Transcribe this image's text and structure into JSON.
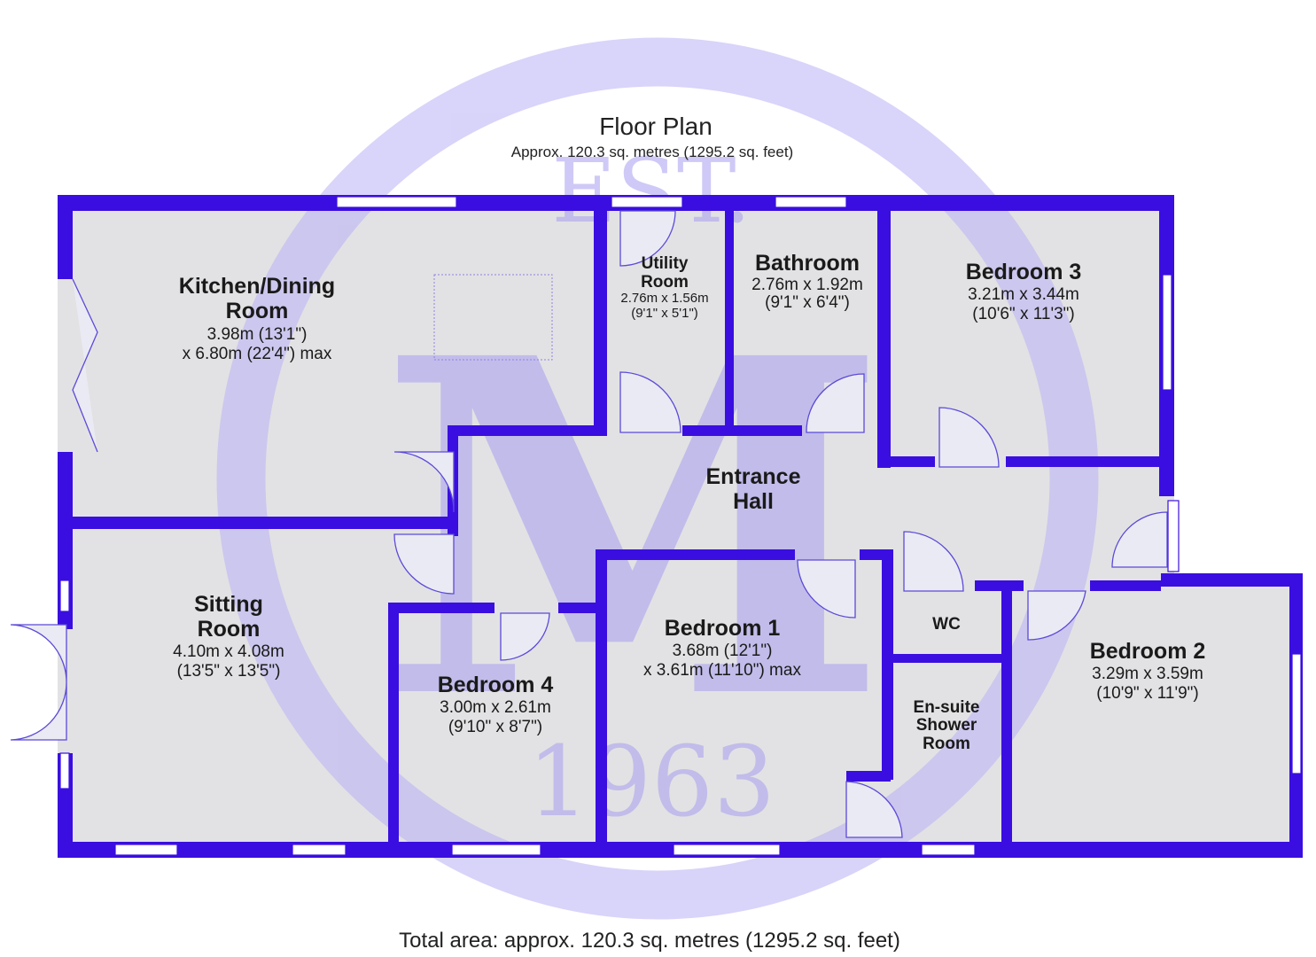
{
  "header": {
    "title": "Floor Plan",
    "subtitle": "Approx. 120.3 sq. metres (1295.2 sq. feet)"
  },
  "footer": {
    "total": "Total area: approx. 120.3 sq. metres (1295.2 sq. feet)"
  },
  "watermark": {
    "top": "EST.",
    "letter": "M",
    "year": "1963"
  },
  "rooms": {
    "kitchen": {
      "name1": "Kitchen/Dining",
      "name2": "Room",
      "dim1": "3.98m (13'1\")",
      "dim2": "x 6.80m (22'4\") max"
    },
    "utility": {
      "name1": "Utility",
      "name2": "Room",
      "dim1": "2.76m x 1.56m",
      "dim2": "(9'1\" x 5'1\")"
    },
    "bathroom": {
      "name": "Bathroom",
      "dim1": "2.76m x 1.92m",
      "dim2": "(9'1\" x 6'4\")"
    },
    "bedroom3": {
      "name": "Bedroom 3",
      "dim1": "3.21m x 3.44m",
      "dim2": "(10'6\" x 11'3\")"
    },
    "hall": {
      "name1": "Entrance",
      "name2": "Hall"
    },
    "sitting": {
      "name1": "Sitting",
      "name2": "Room",
      "dim1": "4.10m x 4.08m",
      "dim2": "(13'5\" x 13'5\")"
    },
    "bedroom4": {
      "name": "Bedroom 4",
      "dim1": "3.00m x 2.61m",
      "dim2": "(9'10\" x 8'7\")"
    },
    "bedroom1": {
      "name": "Bedroom 1",
      "dim1": "3.68m (12'1\")",
      "dim2": "x 3.61m (11'10\") max"
    },
    "wc": {
      "name": "WC"
    },
    "ensuite": {
      "name1": "En-suite",
      "name2": "Shower",
      "name3": "Room"
    },
    "bedroom2": {
      "name": "Bedroom 2",
      "dim1": "3.29m x 3.59m",
      "dim2": "(10'9\" x 11'9\")"
    }
  }
}
